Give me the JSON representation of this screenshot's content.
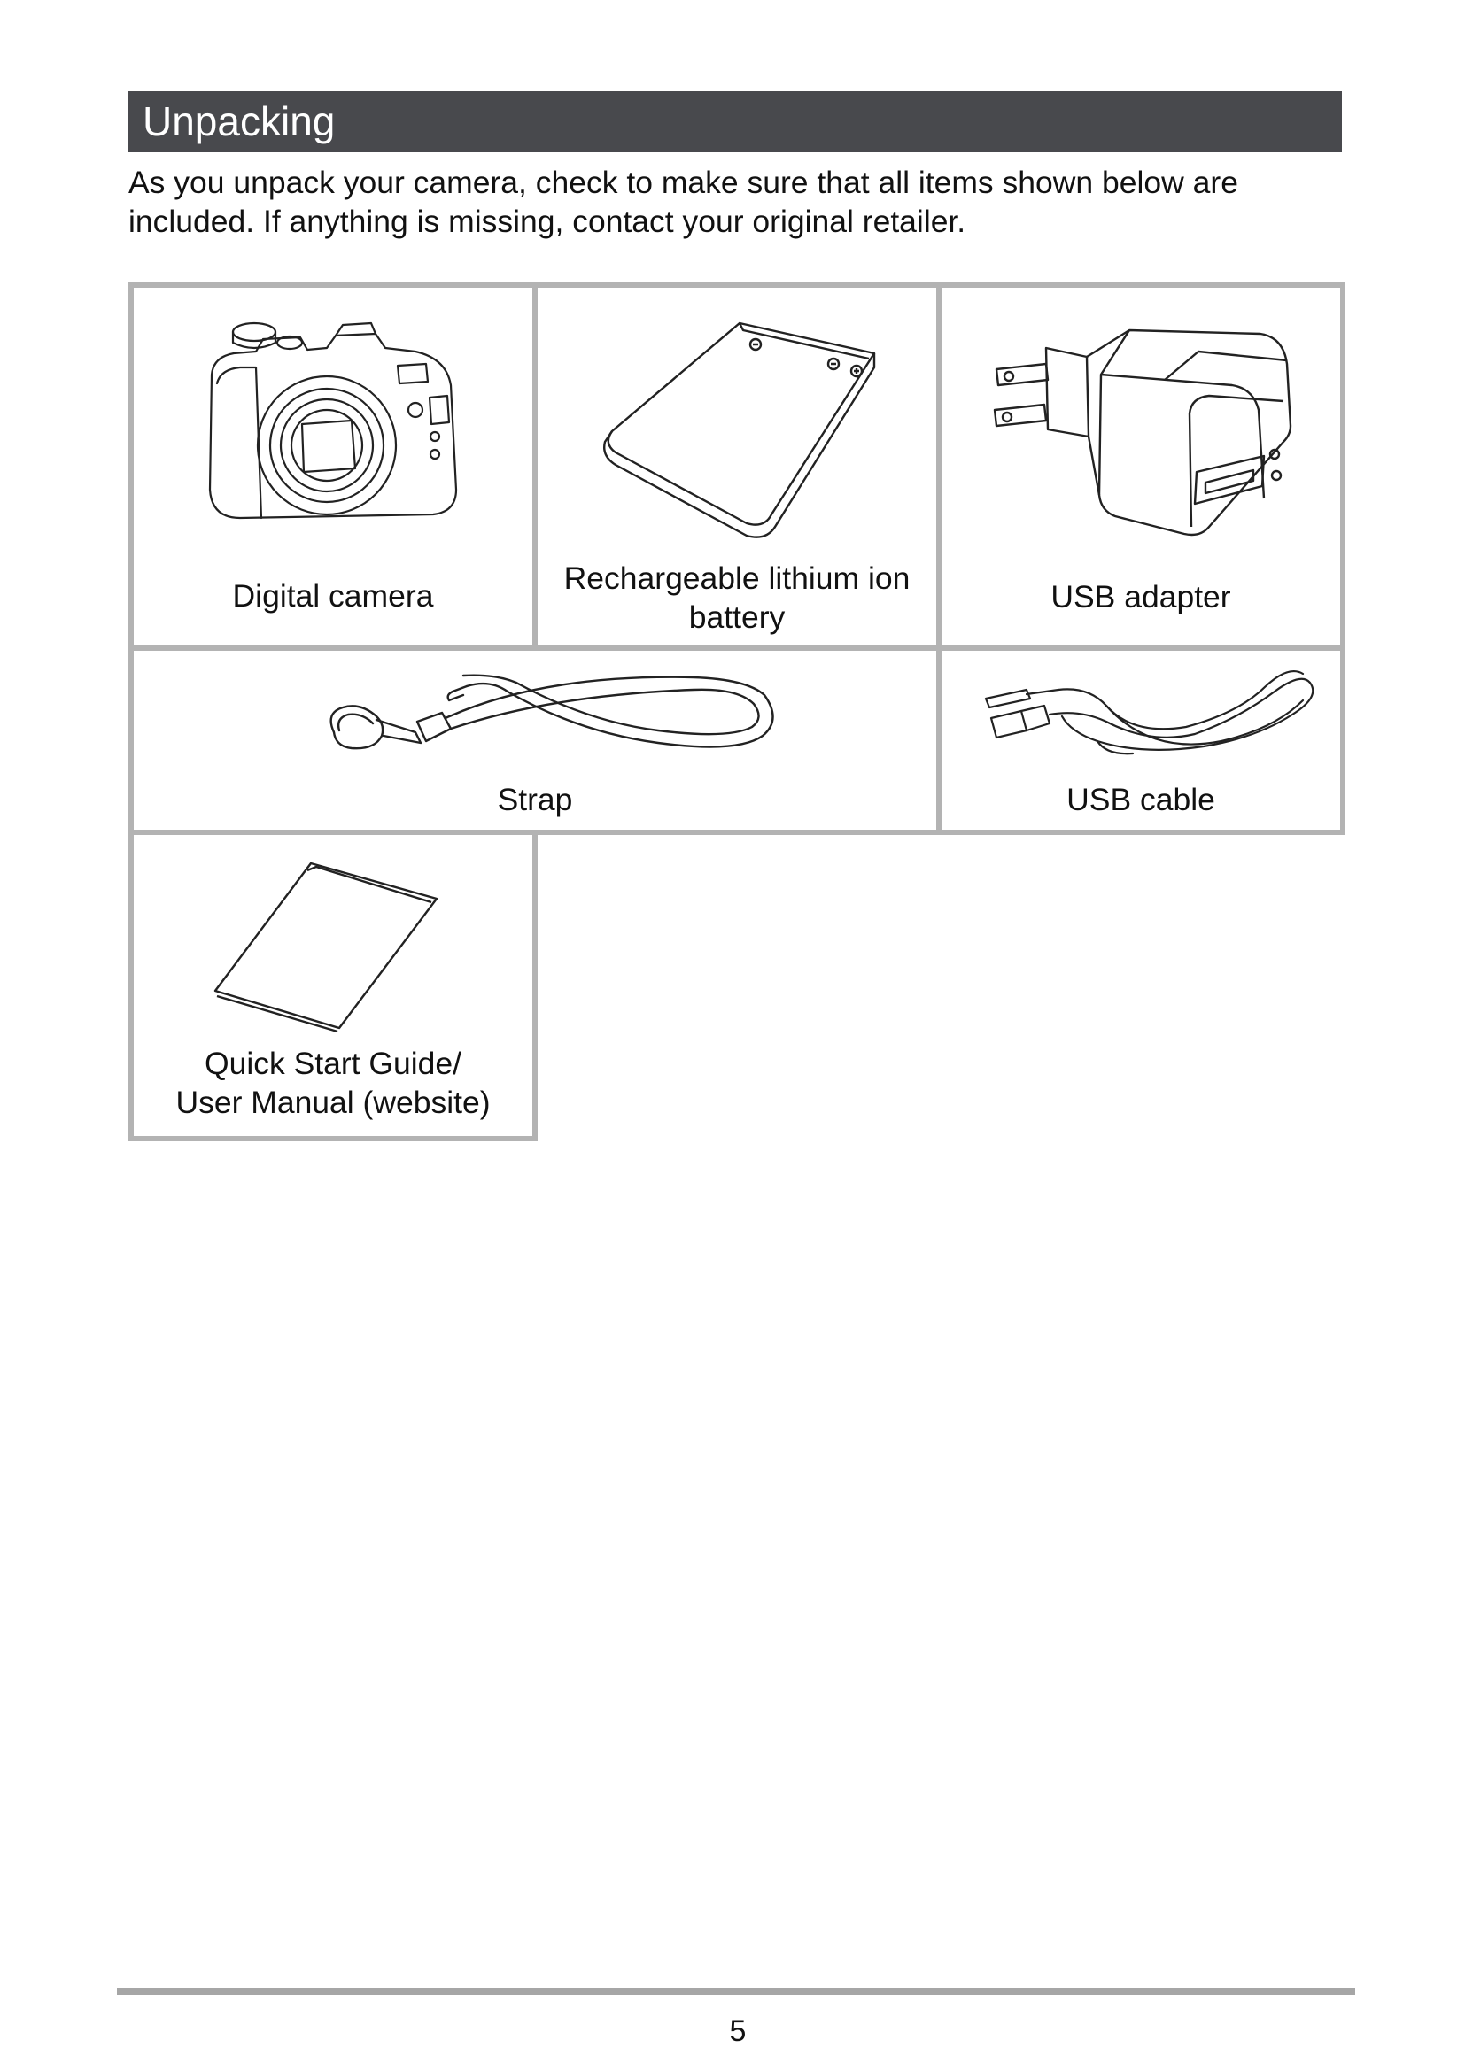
{
  "section": {
    "title": "Unpacking"
  },
  "intro": {
    "text": "As you unpack your camera, check to make sure that all items shown below are included. If anything is missing, contact your original retailer."
  },
  "items": [
    {
      "label": "Digital camera",
      "icon": "camera-icon"
    },
    {
      "label": "Rechargeable lithium ion\nbattery",
      "icon": "battery-icon"
    },
    {
      "label": "USB adapter",
      "icon": "usb-adapter-icon"
    },
    {
      "label": "Strap",
      "icon": "strap-icon"
    },
    {
      "label": "USB cable",
      "icon": "usb-cable-icon"
    },
    {
      "label": "Quick Start Guide/\nUser Manual (website)",
      "icon": "manual-icon"
    }
  ],
  "footer": {
    "page_number": "5"
  },
  "colors": {
    "header_background": "#48494d",
    "header_text": "#ffffff",
    "cell_border": "#b3b3b3",
    "footer_rule": "#a6a6a6"
  }
}
